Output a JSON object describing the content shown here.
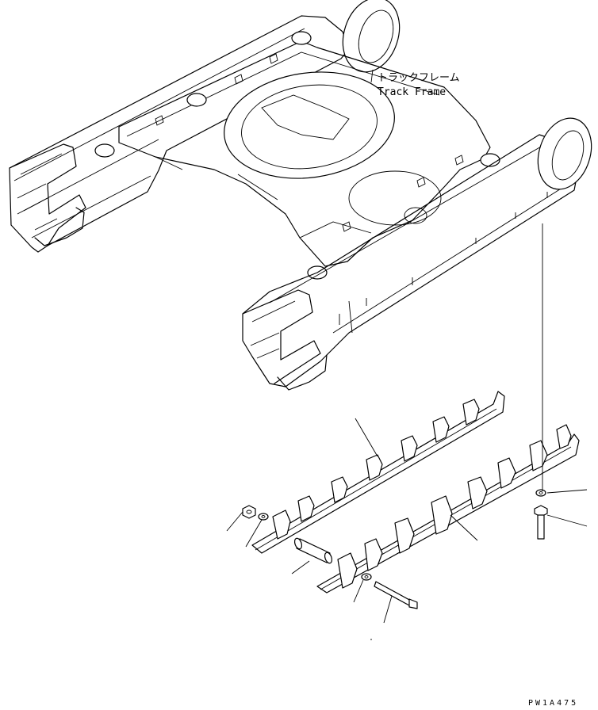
{
  "labels": {
    "frame_jp": "トラックフレーム",
    "frame_en": "Track Frame",
    "drawing_code": "PW1A475"
  }
}
